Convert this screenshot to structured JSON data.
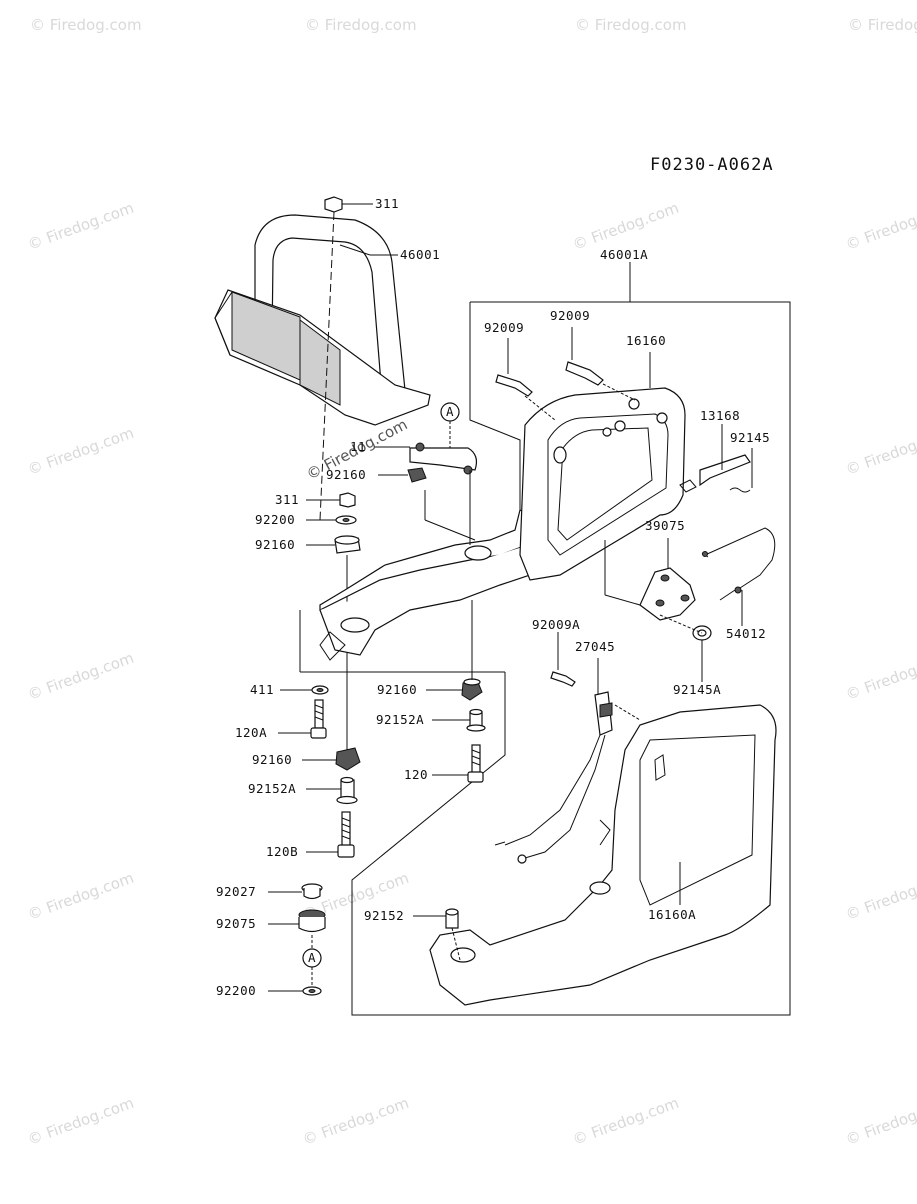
{
  "diagram_code": "F0230-A062A",
  "watermark": "© Firedog.com",
  "callout_letter": "A",
  "labels": {
    "p311_top": "311",
    "p46001": "46001",
    "p46001A": "46001A",
    "p92009_a": "92009",
    "p92009_b": "92009",
    "p16160": "16160",
    "p13168": "13168",
    "p92145": "92145",
    "p11": "11",
    "p92160_a": "92160",
    "p311_mid": "311",
    "p92200_a": "92200",
    "p92160_b": "92160",
    "p39075": "39075",
    "p54012": "54012",
    "p92009A": "92009A",
    "p27045": "27045",
    "p92145A": "92145A",
    "p411": "411",
    "p92160_c": "92160",
    "p120A": "120A",
    "p92152A_a": "92152A",
    "p92160_d": "92160",
    "p120": "120",
    "p92152A_b": "92152A",
    "p120B": "120B",
    "p92027": "92027",
    "p92075": "92075",
    "p92152": "92152",
    "p16160A": "16160A",
    "p92200_b": "92200"
  }
}
